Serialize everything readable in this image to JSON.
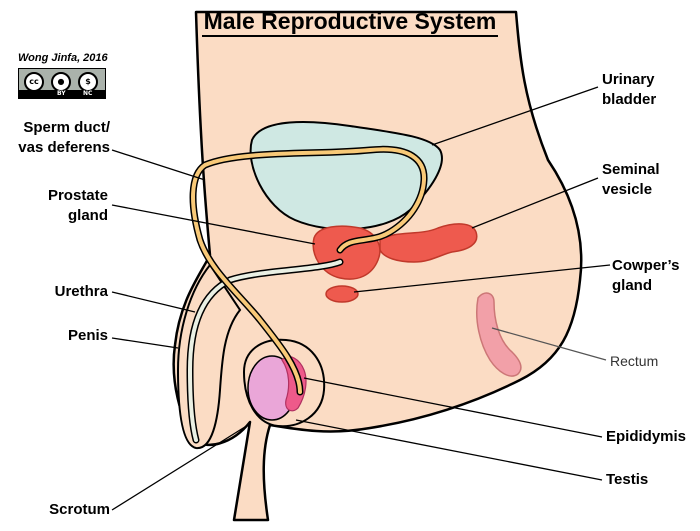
{
  "title": "Male Reproductive System",
  "credit": "Wong Jinfa, 2016",
  "license_badge": {
    "cc": "cc",
    "by": "BY",
    "nc": "NC"
  },
  "labels": {
    "sperm_duct_line1": "Sperm duct/",
    "sperm_duct_line2": "vas deferens",
    "prostate_line1": "Prostate",
    "prostate_line2": "gland",
    "urethra": "Urethra",
    "penis": "Penis",
    "scrotum": "Scrotum",
    "urinary_line1": "Urinary",
    "urinary_line2": "bladder",
    "seminal_line1": "Seminal",
    "seminal_line2": "vesicle",
    "cowper_line1": "Cowper’s",
    "cowper_line2": "gland",
    "rectum": "Rectum",
    "epididymis": "Epididymis",
    "testis": "Testis"
  },
  "colors": {
    "skin": "#fbdcc4",
    "bladder": "#cfe8e3",
    "gland_red": "#ee5a4e",
    "testis_pink": "#eaa6d8",
    "rectum_pink": "#f2a0a8",
    "duct_fill": "#f8c978",
    "urethra_fill": "#eaf0e4"
  }
}
